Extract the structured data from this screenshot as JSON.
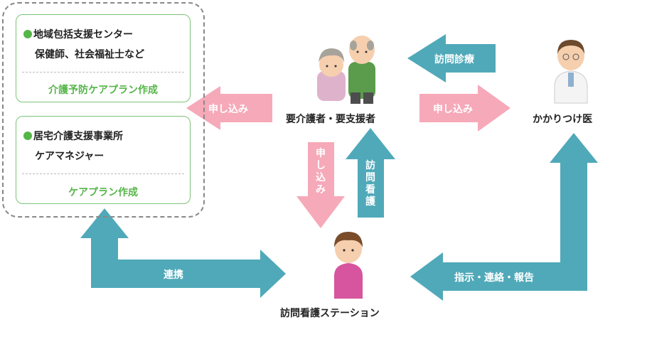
{
  "cards": [
    {
      "line1": "地域包括支援センター",
      "line2": "保健師、社会福祉士など",
      "footer": "介護予防ケアプラン作成"
    },
    {
      "line1": "居宅介護支援事業所",
      "line2": "ケアマネジャー",
      "footer": "ケアプラン作成"
    }
  ],
  "nodes": {
    "client": "要介護者・要支援者",
    "doctor": "かかりつけ医",
    "station": "訪問看護ステーション"
  },
  "arrows": {
    "apply_left": "申し込み",
    "apply_right": "申し込み",
    "apply_down": "申し込み",
    "visit_nursing": "訪問看護",
    "home_visit": "訪問診療",
    "cooperation": "連携",
    "instructions": "指示・連絡・報告"
  },
  "colors": {
    "pink": "#f6a9b8",
    "teal": "#50a9b9",
    "green": "#55b548"
  },
  "icons": [
    "elderly-couple-icon",
    "doctor-icon",
    "nurse-icon"
  ]
}
